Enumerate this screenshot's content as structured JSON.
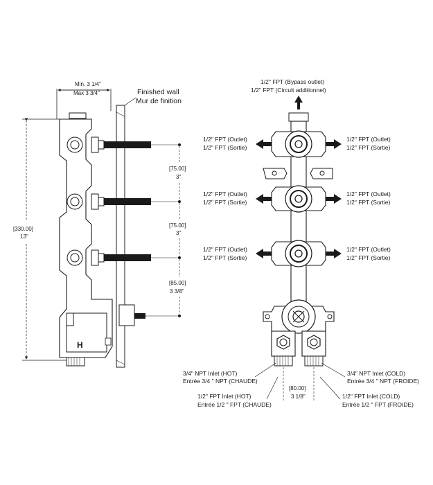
{
  "left_view": {
    "depth_min": "Min. 3 1/4\"",
    "depth_max": "Max 3 3/4\"",
    "finished_wall_en": "Finished wall",
    "finished_wall_fr": "Mur de finition",
    "overall_mm": "[330.00]",
    "overall_in": "13\"",
    "spacing_1_mm": "[75.00]",
    "spacing_1_in": "3\"",
    "spacing_2_mm": "[75.00]",
    "spacing_2_in": "3\"",
    "spacing_3_mm": "[85.00]",
    "spacing_3_in": "3 3/8\"",
    "hot_mark": "H"
  },
  "right_view": {
    "bypass_en": "1/2\" FPT (Bypass outlet)",
    "bypass_fr": "1/2\" FPT (Circuit additionnel)",
    "outlets": [
      {
        "left_en": "1/2\" FPT (Outlet)",
        "left_fr": "1/2\" FPT (Sortie)",
        "right_en": "1/2\" FPT (Outlet)",
        "right_fr": "1/2\" FPT (Sortie)"
      },
      {
        "left_en": "1/2\" FPT (Outlet)",
        "left_fr": "1/2\" FPT (Sortie)",
        "right_en": "1/2\" FPT (Outlet)",
        "right_fr": "1/2\" FPT (Sortie)"
      },
      {
        "left_en": "1/2\" FPT (Outlet)",
        "left_fr": "1/2\" FPT (Sortie)",
        "right_en": "1/2\" FPT (Outlet)",
        "right_fr": "1/2\" FPT (Sortie)"
      }
    ],
    "npt_hot_en": "3/4\" NPT Inlet (HOT)",
    "npt_hot_fr": "Entrée  3/4 \" NPT (CHAUDE)",
    "npt_cold_en": "3/4\" NPT Inlet (COLD)",
    "npt_cold_fr": "Entrée  3/4 \" NPT (FROIDE)",
    "fpt_hot_en": "1/2\" FPT Inlet (HOT)",
    "fpt_hot_fr": "Entrée  1/2 \" FPT (CHAUDE)",
    "fpt_cold_en": "1/2\" FPT Inlet (COLD)",
    "fpt_cold_fr": "Entrée  1/2 \" FPT (FROIDE)",
    "inlet_spacing_mm": "[80.00]",
    "inlet_spacing_in": "3 1/8\""
  }
}
